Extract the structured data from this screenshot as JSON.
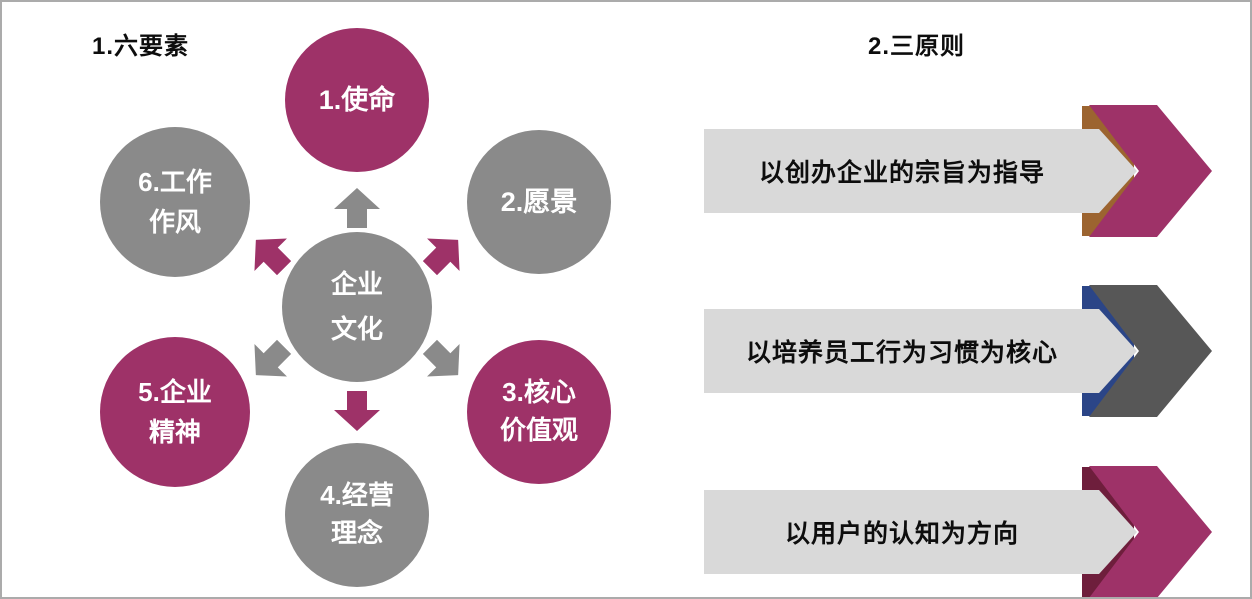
{
  "colors": {
    "magenta": "#9E3268",
    "circle_gray": "#8A8A8A",
    "banner_light_gray": "#D9D9D9",
    "chevron_dark_gray": "#575757",
    "accent_brown": "#9C6430",
    "accent_blue": "#2B4587",
    "accent_maroon": "#6E1E3C",
    "frame_border": "#ABABAB",
    "text_dark": "#0D0D0D",
    "text_light": "#FFFFFF"
  },
  "left_section": {
    "title": "1.六要素",
    "center_circle": {
      "label": "企业\n文化",
      "color": "#8A8A8A"
    },
    "circles": [
      {
        "label": "1.使命",
        "color": "#9E3268"
      },
      {
        "label": "2.愿景",
        "color": "#8A8A8A"
      },
      {
        "label": "3.核心\n价值观",
        "color": "#9E3268"
      },
      {
        "label": "4.经营\n理念",
        "color": "#8A8A8A"
      },
      {
        "label": "5.企业\n精神",
        "color": "#9E3268"
      },
      {
        "label": "6.工作\n作风",
        "color": "#8A8A8A"
      }
    ],
    "arrows": [
      {
        "name": "arrow-up",
        "color": "#8A8A8A"
      },
      {
        "name": "arrow-up-left",
        "color": "#9E3268"
      },
      {
        "name": "arrow-up-right",
        "color": "#9E3268"
      },
      {
        "name": "arrow-down-left",
        "color": "#8A8A8A"
      },
      {
        "name": "arrow-down-right",
        "color": "#8A8A8A"
      },
      {
        "name": "arrow-down",
        "color": "#9E3268"
      }
    ]
  },
  "right_section": {
    "title": "2.三原则",
    "banners": [
      {
        "text": "以创办企业的宗旨为指导",
        "bar_color": "#D9D9D9",
        "chevron_color": "#9E3268",
        "accent_color": "#9C6430"
      },
      {
        "text": "以培养员工行为习惯为核心",
        "bar_color": "#D9D9D9",
        "chevron_color": "#575757",
        "accent_color": "#2B4587"
      },
      {
        "text": "以用户的认知为方向",
        "bar_color": "#D9D9D9",
        "chevron_color": "#9E3268",
        "accent_color": "#6E1E3C"
      }
    ]
  }
}
